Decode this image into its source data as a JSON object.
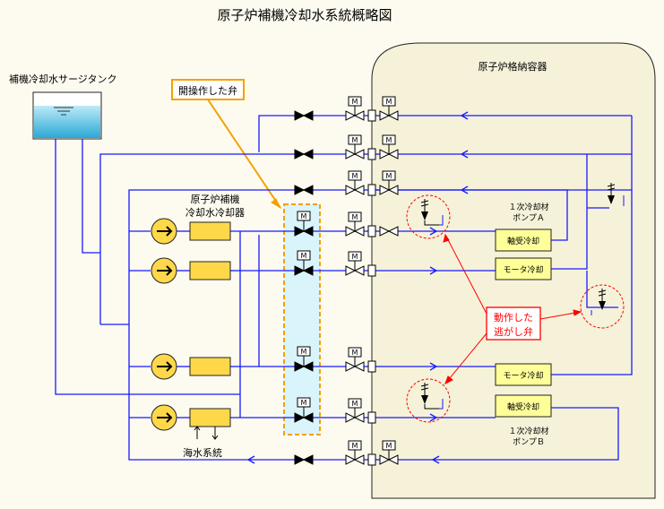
{
  "title": "原子炉補機冷却水系統概略図",
  "labels": {
    "surge_tank": "補機冷却水サージタンク",
    "containment": "原子炉格納容器",
    "opened_valve": "開操作した弁",
    "cooler_l1": "原子炉補機",
    "cooler_l2": "冷却水冷却器",
    "seawater": "海水系統",
    "pump_a_l1": "１次冷却材",
    "pump_a_l2": "ポンプＡ",
    "pump_b_l1": "１次冷却材",
    "pump_b_l2": "ポンプＢ",
    "bearing_cooling": "軸受冷却",
    "motor_cooling": "モータ冷却",
    "relief_l1": "動作した",
    "relief_l2": "逃がし弁",
    "mov": "M"
  },
  "colors": {
    "pipe": "#1a1aff",
    "highlight": "#f5a000",
    "relief_circle": "#ff0000",
    "pump": "#ffd84a",
    "tank_water": "#29b6dc",
    "highlight_fill": "#d9f4fb",
    "containment_fill": "#f5f2d9"
  }
}
